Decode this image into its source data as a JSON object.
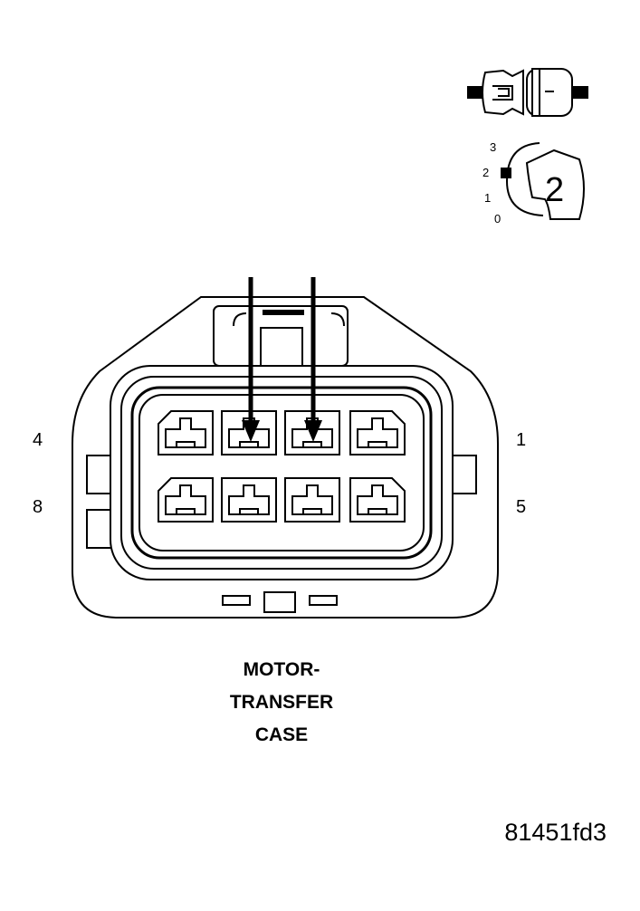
{
  "connector": {
    "pin_labels": {
      "top_left": "4",
      "bottom_left": "8",
      "top_right": "1",
      "bottom_right": "5"
    },
    "caption_lines": [
      "MOTOR-",
      "TRANSFER",
      "CASE"
    ],
    "cavities_top_row": 4,
    "cavities_bottom_row": 4
  },
  "lock_indicator": {
    "positions": [
      "3",
      "2",
      "1",
      "0"
    ],
    "selected": "2"
  },
  "figure_id": "81451fd3",
  "icons": {
    "connector_side_view": "connector-side-view-icon",
    "lock_position_dial": "lock-position-dial-icon",
    "probe_arrow": "down-arrow-icon"
  },
  "colors": {
    "line": "#000000",
    "background": "#ffffff"
  }
}
